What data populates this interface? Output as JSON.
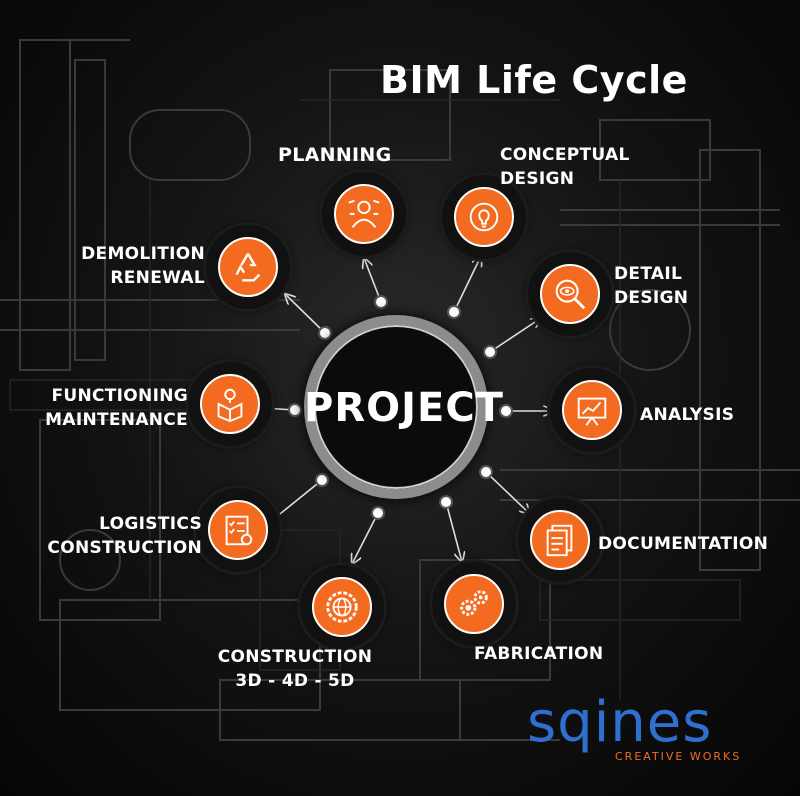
{
  "title": "BIM Life Cycle",
  "hub": {
    "label": "PROJECT"
  },
  "nodes": [
    {
      "id": "planning",
      "label_lines": [
        "PLANNING"
      ],
      "icon": "planner-person-icon"
    },
    {
      "id": "conceptual-design",
      "label_lines": [
        "CONCEPTUAL",
        "DESIGN"
      ],
      "icon": "lightbulb-icon"
    },
    {
      "id": "detail-design",
      "label_lines": [
        "DETAIL",
        "DESIGN"
      ],
      "icon": "magnifier-eye-icon"
    },
    {
      "id": "analysis",
      "label_lines": [
        "ANALYSIS"
      ],
      "icon": "presentation-chart-icon"
    },
    {
      "id": "documentation",
      "label_lines": [
        "DOCUMENTATION"
      ],
      "icon": "documents-icon"
    },
    {
      "id": "fabrication",
      "label_lines": [
        "FABRICATION"
      ],
      "icon": "gears-icon"
    },
    {
      "id": "construction",
      "label_lines": [
        "CONSTRUCTION",
        "3D - 4D - 5D"
      ],
      "icon": "globe-gear-icon"
    },
    {
      "id": "logistics-construction",
      "label_lines": [
        "LOGISTICS",
        "CONSTRUCTION"
      ],
      "icon": "checklist-icon"
    },
    {
      "id": "functioning-maintenance",
      "label_lines": [
        "FUNCTIONING",
        "MAINTENANCE"
      ],
      "icon": "open-box-idea-icon"
    },
    {
      "id": "demolition-renewal",
      "label_lines": [
        "DEMOLITION",
        "RENEWAL"
      ],
      "icon": "recycle-icon"
    }
  ],
  "logo": {
    "word": "sqines",
    "tagline": "CREATIVE WORKS"
  },
  "colors": {
    "accent": "#f26b21",
    "logo_blue": "#2f6fcf",
    "background": "#0a0a0a",
    "ring": "#8c8c8c"
  }
}
